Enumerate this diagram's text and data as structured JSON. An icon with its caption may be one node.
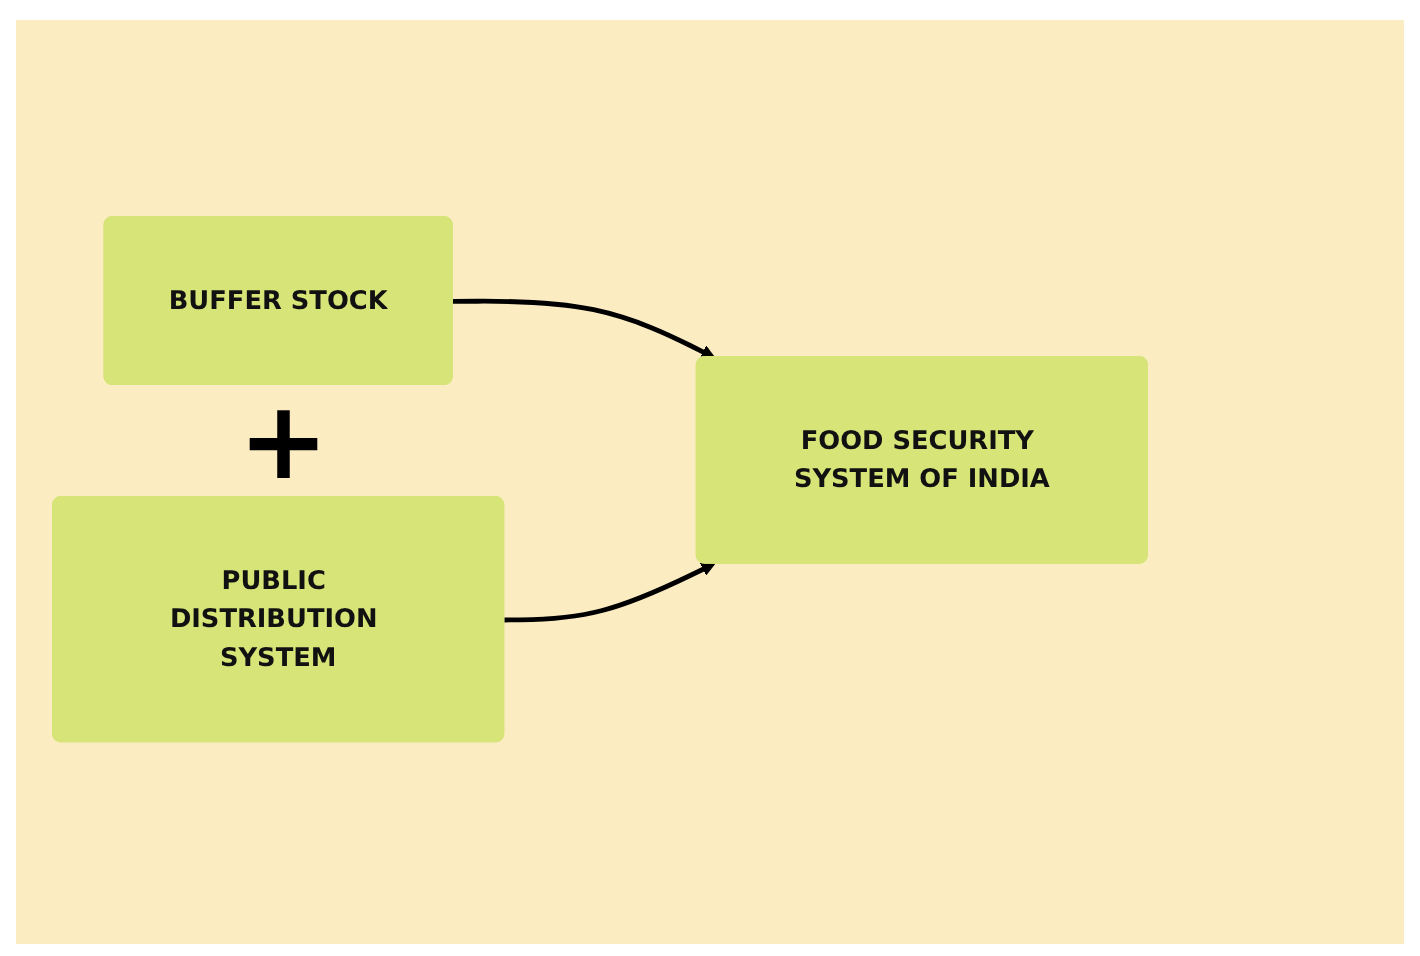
{
  "diagram": {
    "nodes": [
      {
        "text": [
          "BUFFER STOCK"
        ]
      },
      {
        "text": [
          "PUBLIC DISTRIBUTION SYSTEM"
        ]
      },
      {
        "text": [
          "FOOD SECURITY SYSTEM OF INDIA"
        ]
      }
    ],
    "edges": [
      {
        "from": 0,
        "to": 2,
        "arrow": "to"
      },
      {
        "from": 1,
        "to": 2,
        "arrow": "to"
      }
    ],
    "labels": [
      "+"
    ]
  }
}
